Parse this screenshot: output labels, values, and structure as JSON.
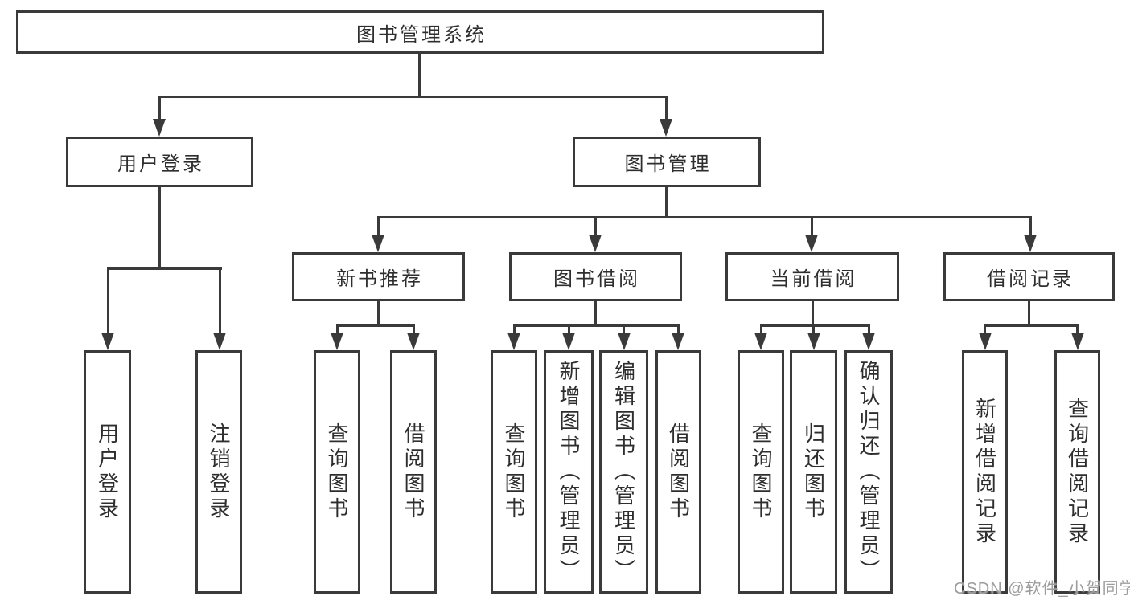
{
  "tree": {
    "label": "图书管理系统",
    "children": [
      {
        "label": "用户登录",
        "leaves": [
          "用户登录",
          "注销登录"
        ]
      },
      {
        "label": "图书管理",
        "children": [
          {
            "label": "新书推荐",
            "leaves": [
              "查询图书",
              "借阅图书"
            ]
          },
          {
            "label": "图书借阅",
            "leaves": [
              "查询图书",
              "新增图书（管理员）",
              "编辑图书（管理员）",
              "借阅图书"
            ]
          },
          {
            "label": "当前借阅",
            "leaves": [
              "查询图书",
              "归还图书",
              "确认归还（管理员）"
            ]
          },
          {
            "label": "借阅记录",
            "leaves": [
              "新增借阅记录",
              "查询借阅记录"
            ]
          }
        ]
      }
    ]
  },
  "watermark": "CSDN @软件_小贺同学",
  "colors": {
    "line": "#3a3a3a",
    "text": "#2e2e2e",
    "watermark": "#9c9c9c",
    "background": "#ffffff"
  }
}
